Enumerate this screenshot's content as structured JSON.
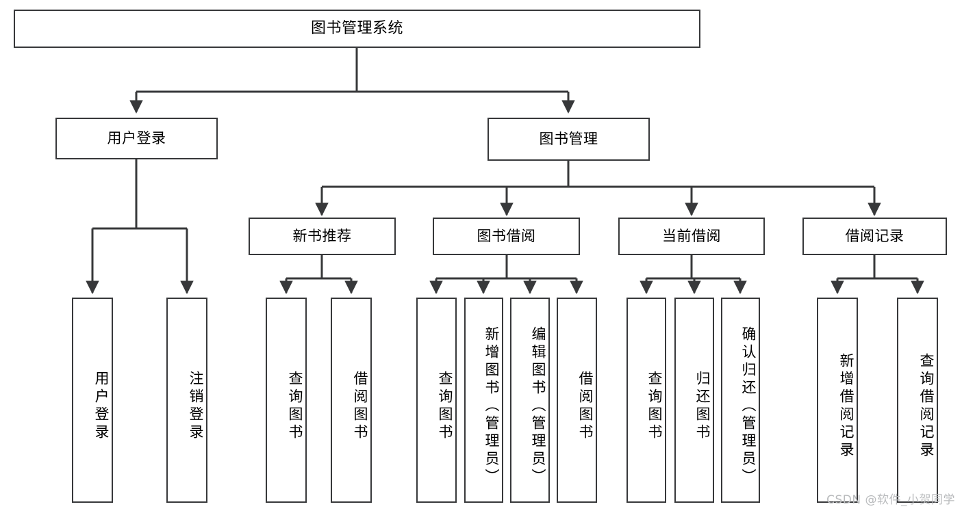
{
  "diagram": {
    "type": "tree",
    "title": "图书管理系统",
    "line_color": "#37383a",
    "box_fill": "#ffffff",
    "text_color": "#000000",
    "root": {
      "label": "图书管理系统"
    },
    "level1": [
      {
        "label": "用户登录"
      },
      {
        "label": "图书管理"
      }
    ],
    "level2": [
      {
        "label": "新书推荐"
      },
      {
        "label": "图书借阅"
      },
      {
        "label": "当前借阅"
      },
      {
        "label": "借阅记录"
      }
    ],
    "leaves": {
      "user_login": [
        {
          "label": "用户登录"
        },
        {
          "label": "注销登录"
        }
      ],
      "new_book": [
        {
          "label": "查询图书"
        },
        {
          "label": "借阅图书"
        }
      ],
      "borrow": [
        {
          "label": "查询图书"
        },
        {
          "label": "新增图书（管理员）"
        },
        {
          "label": "编辑图书（管理员）"
        },
        {
          "label": "借阅图书"
        }
      ],
      "current": [
        {
          "label": "查询图书"
        },
        {
          "label": "归还图书"
        },
        {
          "label": "确认归还（管理员）"
        }
      ],
      "records": [
        {
          "label": "新增借阅记录"
        },
        {
          "label": "查询借阅记录"
        }
      ]
    }
  },
  "watermark": {
    "text": "CSDN @软件_小贺同学"
  }
}
